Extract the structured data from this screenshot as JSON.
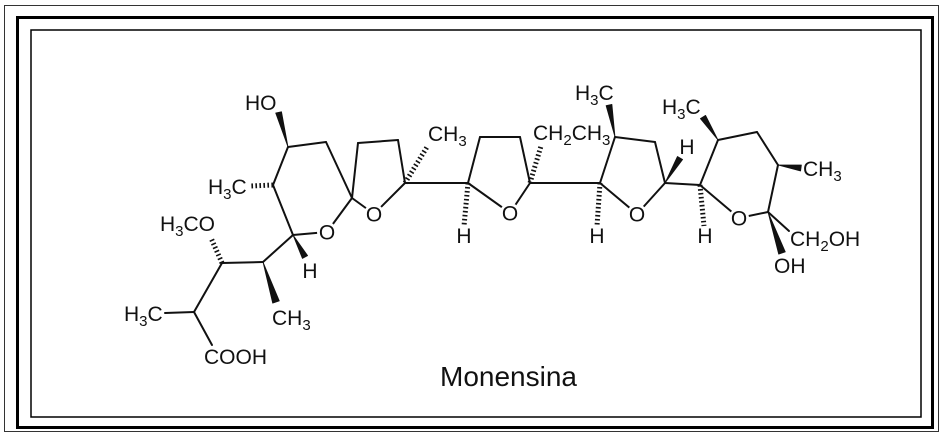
{
  "diagram": {
    "compound_name": "Monensina",
    "labels": {
      "ho_top": "HO",
      "h3c_ring_a": "H3C",
      "h3co": "H3CO",
      "h3c_chain": "H3C",
      "cooh": "COOH",
      "ch3_chain": "CH3",
      "h_ring_a": "H",
      "o_ring_a": "O",
      "o_ring_b": "O",
      "ch3_ring_b": "CH3",
      "h_ring_c": "H",
      "o_ring_c": "O",
      "ch2ch3": "CH2CH3",
      "h3c_ring_d": "H3C",
      "h_ring_d": "H",
      "o_ring_d": "O",
      "h_ring_d_wedge": "H",
      "h3c_ring_e": "H3C",
      "h_ring_e": "H",
      "o_ring_e": "O",
      "ch3_ring_e": "CH3",
      "ch2oh": "CH2OH",
      "oh": "OH"
    }
  }
}
